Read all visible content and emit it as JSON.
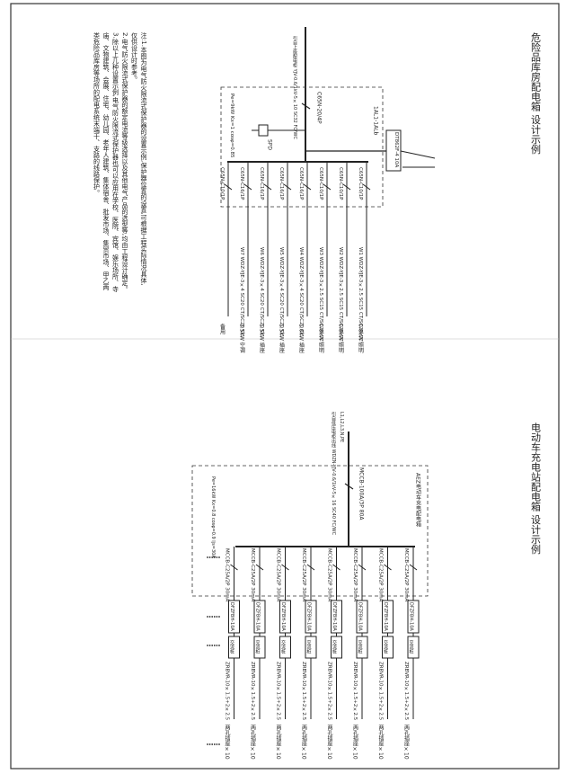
{
  "top": {
    "title": "危险品库房配电箱 设计示例",
    "incoming_note": "引自上级配电柜 YJV-0.6/1kV-5×10 SC32 FC/WC",
    "panel_label": "1AL1-1ALb",
    "main_breaker": "C65N-20/4P",
    "meter_box": "DT862F-4 10A",
    "spd_label": "SPD",
    "panel_power": "Pe=9kW Kx=1 cosφ=0.85",
    "circuits": [
      {
        "breaker": "C65N-C10/1P",
        "cable": "W1 WDZ-YJE-3×2.5 SC15 CT/SC20 CC",
        "load": "0.8kW 照明"
      },
      {
        "breaker": "C65N-C10/1P",
        "cable": "W2 WDZ-YJE-3×2.5 SC15 CT/SC20 CC",
        "load": "0.8kW 照明"
      },
      {
        "breaker": "C65N-C10/1P",
        "cable": "W3 WDZ-YJE-3×2.5 SC15 CT/SC20 CC",
        "load": "0.8kW 照明"
      },
      {
        "breaker": "C65N-C16/1P",
        "cable": "W4 WDZ-YJE-3×4 SC20 CT/SC20 CC",
        "load": "1.0kW 插座"
      },
      {
        "breaker": "C65N-C16/1P",
        "cable": "W5 WDZ-YJE-3×4 SC20 CT/SC20 CC",
        "load": "1.5kW 插座"
      },
      {
        "breaker": "C65N-C16/1P",
        "cable": "W6 WDZ-YJE-3×4 SC20 CT/SC20 CC",
        "load": "1.5kW 插座"
      },
      {
        "breaker": "C65N-C16/1P",
        "cable": "W7 WDZ-YJE-3×4 SC20 CT/SC20 CC",
        "load": "2.5kW 空调"
      },
      {
        "breaker": "C65N-C10/1P",
        "cable": "",
        "load": "备用"
      }
    ],
    "notes": [
      "注:1.本图为电气防火限流式保护器的设置示例,保护器位置的设置,可根据工程实际情况具体,",
      "仅供设计时参考。",
      "2.电气防火限流式保护器的额定电流等级选择以及其他电气产品的选型等,均由工程设计确定。",
      "3.除以上几种设置示例,电气防火限流式保护器也可以应用在学校、医院、宾馆、娱乐场所、寺",
      "庙、文物建筑、会展、住宅、幼儿园、老年人建筑、集体宿舍、批发市场、集贸市场、甲乙两",
      "类危险品库房等场所的配电系统末端干、支路的线路保护。"
    ]
  },
  "bottom": {
    "title": "电动车充电站配电箱 设计示例",
    "incoming_note": "引自低压电柜出线 WDZN-YJV-0.6/1kV-5×16 SC40 FC/WC",
    "incoming_note2": "L1,L2,L3,N,PE",
    "panel_label": "AEZ电动车充电配电箱",
    "main_breaker": "MCCB-100A/3P 80A",
    "panel_power": "Pe=16kW Kx=0.8 cosφ=0.9 Ijs=30A",
    "circuit_breaker": "MCCB-C25A/2P 30mA",
    "protector": "DFZFBH-10A",
    "unit": "交流桩",
    "cable": "ZRBVR-10×1.5+2×2.5",
    "load": "两孔插座×10",
    "circuit_count": 8
  }
}
